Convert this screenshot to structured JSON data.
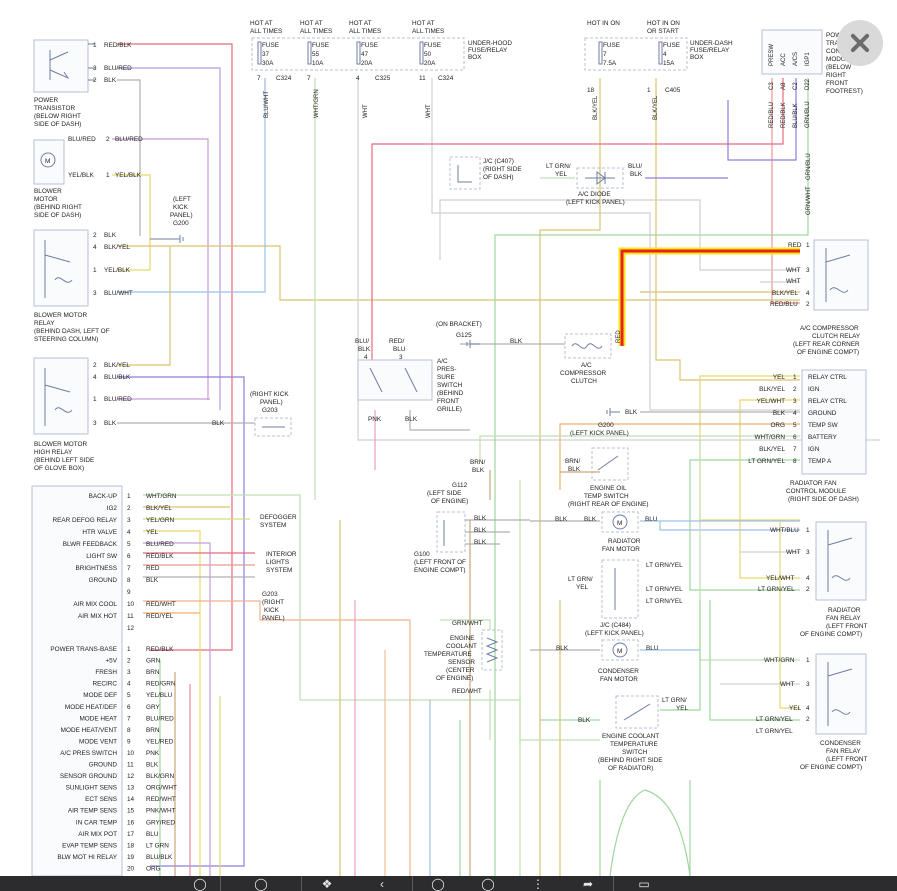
{
  "diagram": {
    "power_transistor": {
      "label": [
        "POWER",
        "TRANSISTOR",
        "(BELOW RIGHT",
        "SIDE OF DASH)"
      ],
      "pins": [
        [
          "1",
          "RED/BLK"
        ],
        [
          "3",
          "BLU/RED"
        ],
        [
          "2",
          "BLK"
        ]
      ]
    },
    "blower_motor": {
      "label": [
        "BLOWER",
        "MOTOR",
        "(BEHIND RIGHT",
        "SIDE OF DASH)"
      ],
      "wires": [
        "BLU/RED",
        "BLU/RED",
        "YEL/BLK",
        "YEL/BLK"
      ],
      "pins": [
        "2",
        "1"
      ]
    },
    "ground_g200_top": {
      "label": [
        "(LEFT",
        "KICK",
        "PANEL)",
        "G200"
      ]
    },
    "blower_motor_relay": {
      "label": [
        "BLOWER MOTOR",
        "RELAY",
        "(BEHIND DASH, LEFT OF",
        "STEERING COLUMN)"
      ],
      "pins": [
        [
          "2",
          "BLK"
        ],
        [
          "4",
          "BLK/YEL"
        ],
        [
          "1",
          "YEL/BLK"
        ],
        [
          "3",
          "BLU/WHT"
        ]
      ]
    },
    "blower_motor_high_relay": {
      "label": [
        "BLOWER MOTOR",
        "HIGH RELAY",
        "(BEHIND LEFT SIDE",
        "OF GLOVE BOX)"
      ],
      "pins": [
        [
          "2",
          "BLK/YEL"
        ],
        [
          "4",
          "BLU/BLK"
        ],
        [
          "1",
          "BLU/RED"
        ],
        [
          "3",
          "BLK"
        ]
      ],
      "ground_wire": "BLK"
    },
    "ground_g203_top": {
      "label": [
        "(RIGHT KICK",
        "PANEL)",
        "G203"
      ]
    },
    "fuse_box_underhood": {
      "title": [
        "UNDER-HOOD",
        "FUSE/RELAY",
        "BOX"
      ],
      "fuses": [
        {
          "hot": [
            "HOT AT",
            "ALL TIMES"
          ],
          "name": "FUSE",
          "num": "37",
          "amp": "30A",
          "pin": "7",
          "conn": "C324",
          "wire": "BLU/WHT"
        },
        {
          "hot": [
            "HOT AT",
            "ALL TIMES"
          ],
          "name": "FUSE",
          "num": "55",
          "amp": "10A",
          "pin": "7",
          "conn": "",
          "wire": "WHT/GRN"
        },
        {
          "hot": [
            "HOT AT",
            "ALL TIMES"
          ],
          "name": "FUSE",
          "num": "47",
          "amp": "20A",
          "pin": "4",
          "conn": "C325",
          "wire": "WHT"
        },
        {
          "hot": [
            "HOT AT",
            "ALL TIMES"
          ],
          "name": "FUSE",
          "num": "50",
          "amp": "20A",
          "pin": "11",
          "conn": "C324",
          "wire": "WHT"
        }
      ]
    },
    "fuse_box_underdash": {
      "title": [
        "UNDER-DASH",
        "FUSE/RELAY",
        "BOX"
      ],
      "fuses": [
        {
          "hot": [
            "HOT IN ON"
          ],
          "name": "FUSE",
          "num": "7",
          "amp": "7.5A",
          "pin": "18",
          "wire": "BLK/YEL"
        },
        {
          "hot": [
            "HOT IN ON",
            "OR START"
          ],
          "name": "FUSE",
          "num": "4",
          "amp": "15A",
          "pin": "1",
          "wire": "BLK/YEL"
        }
      ],
      "conn": "C405"
    },
    "pcm": {
      "label": [
        "POWER",
        "TRAIN",
        "CONTROL",
        "MODULE",
        "(BELOW",
        "RIGHT",
        "FRONT",
        "FOOTREST)"
      ],
      "pins": [
        {
          "name": "PRESW",
          "conn": "C3",
          "wire": "RED/BLU"
        },
        {
          "name": "ACC",
          "conn": "A8",
          "wire": "RED/BLK"
        },
        {
          "name": "A/CS",
          "conn": "C2",
          "wire": "BLU/BLK"
        },
        {
          "name": "IGP1",
          "conn": "D22",
          "wire": "GRN/BLU"
        }
      ],
      "grn_wht": "GRN/WHT",
      "grn_blu": "GRN/BLU"
    },
    "jc_c407": {
      "label": [
        "J/C (C407)",
        "(RIGHT SIDE",
        "OF DASH)"
      ]
    },
    "ac_diode": {
      "label": [
        "A/C DIODE",
        "(LEFT KICK PANEL)"
      ],
      "left": [
        "LT GRN/",
        "YEL"
      ],
      "right": [
        "BLU/",
        "BLK"
      ]
    },
    "ac_clutch_relay": {
      "label": [
        "A/C COMPRESSOR",
        "CLUTCH RELAY",
        "(LEFT REAR CORNER",
        "OF ENGINE COMPT)"
      ],
      "pins": [
        [
          "RED",
          "1"
        ],
        [
          "WHT",
          "3"
        ],
        [
          "WHT",
          ""
        ],
        [
          "BLK/YEL",
          "4"
        ],
        [
          "RED/BLU",
          "2"
        ]
      ]
    },
    "ac_compressor_clutch": {
      "label": [
        "A/C",
        "COMPRESSOR",
        "CLUTCH"
      ],
      "bracket": "(ON BRACKET)",
      "ground": "G125",
      "blk": "BLK",
      "red": "RED"
    },
    "ac_pressure_switch": {
      "label": [
        "A/C",
        "PRES-",
        "SURE",
        "SWITCH",
        "(BEHIND",
        "FRONT",
        "GRILLE)"
      ],
      "top_left": [
        "BLU/",
        "BLK"
      ],
      "top_right": [
        "RED/",
        "BLU"
      ],
      "pin4": "4",
      "pin3": "3",
      "bottom_left": "PNK",
      "bottom_right": "BLK"
    },
    "radiator_fan_module": {
      "label": [
        "RADIATOR FAN",
        "CONTROL MODULE",
        "(RIGHT SIDE OF DASH)"
      ],
      "pins": [
        [
          "YEL",
          "1",
          "RELAY CTRL"
        ],
        [
          "BLK/YEL",
          "2",
          "IGN"
        ],
        [
          "YEL/WHT",
          "3",
          "RELAY CTRL"
        ],
        [
          "BLK",
          "4",
          "GROUND"
        ],
        [
          "ORG",
          "5",
          "TEMP SW"
        ],
        [
          "WHT/GRN",
          "6",
          "BATTERY"
        ],
        [
          "BLK/YEL",
          "7",
          "IGN"
        ],
        [
          "LT GRN/YEL",
          "8",
          "TEMP A"
        ]
      ]
    },
    "ground_g200_mid": {
      "label": [
        "G200",
        "(LEFT KICK PANEL)"
      ],
      "blk": "BLK"
    },
    "engine_oil_temp_switch": {
      "label": [
        "ENGINE OIL",
        "TEMP SWITCH",
        "(RIGHT REAR OF ENGINE)"
      ],
      "wire": [
        "BRN/",
        "BLK"
      ]
    },
    "ecu": {
      "pins_upper": [
        {
          "name": "BACK-UP",
          "num": "1",
          "wire": "WHT/GRN"
        },
        {
          "name": "IG2",
          "num": "2",
          "wire": "BLK/YEL"
        },
        {
          "name": "REAR DEFOG RELAY",
          "num": "3",
          "wire": "YEL/GRN"
        },
        {
          "name": "HTR VALVE",
          "num": "4",
          "wire": "YEL"
        },
        {
          "name": "BLWR FEEDBACK",
          "num": "5",
          "wire": "BLU/RED"
        },
        {
          "name": "LIGHT SW",
          "num": "6",
          "wire": "RED/BLK"
        },
        {
          "name": "BRIGHTNESS",
          "num": "7",
          "wire": "RED"
        },
        {
          "name": "GROUND",
          "num": "8",
          "wire": "BLK"
        },
        {
          "name": "",
          "num": "9",
          "wire": ""
        },
        {
          "name": "AIR MIX COOL",
          "num": "10",
          "wire": "RED/WHT"
        },
        {
          "name": "AIR MIX HOT",
          "num": "11",
          "wire": "RED/YEL"
        },
        {
          "name": "",
          "num": "12",
          "wire": ""
        }
      ],
      "pins_lower": [
        {
          "name": "POWER TRANS-BASE",
          "num": "1",
          "wire": "RED/BLK"
        },
        {
          "name": "+5V",
          "num": "2",
          "wire": "GRN"
        },
        {
          "name": "FRESH",
          "num": "3",
          "wire": "BRN"
        },
        {
          "name": "RECIRC",
          "num": "4",
          "wire": "RED/GRN"
        },
        {
          "name": "MODE DEF",
          "num": "5",
          "wire": "YEL/BLU"
        },
        {
          "name": "MODE HEAT/DEF",
          "num": "6",
          "wire": "GRY"
        },
        {
          "name": "MODE HEAT",
          "num": "7",
          "wire": "BLU/RED"
        },
        {
          "name": "MODE HEAT/VENT",
          "num": "8",
          "wire": "BRN"
        },
        {
          "name": "MODE VENT",
          "num": "9",
          "wire": "YEL/RED"
        },
        {
          "name": "A/C PRES SWITCH",
          "num": "10",
          "wire": "PNK"
        },
        {
          "name": "GROUND",
          "num": "11",
          "wire": "BLK"
        },
        {
          "name": "SENSOR GROUND",
          "num": "12",
          "wire": "BLK/GRN"
        },
        {
          "name": "SUNLIGHT SENS",
          "num": "13",
          "wire": "ORG/WHT"
        },
        {
          "name": "ECT SENS",
          "num": "14",
          "wire": "RED/WHT"
        },
        {
          "name": "AIR TEMP SENS",
          "num": "15",
          "wire": "PNK/WHT"
        },
        {
          "name": "IN CAR TEMP",
          "num": "16",
          "wire": "GRY/RED"
        },
        {
          "name": "AIR MIX POT",
          "num": "17",
          "wire": "BLU"
        },
        {
          "name": "EVAP TEMP SENS",
          "num": "18",
          "wire": "LT GRN"
        },
        {
          "name": "BLW MOT HI RELAY",
          "num": "19",
          "wire": "BLU/BLK"
        },
        {
          "name": "",
          "num": "20",
          "wire": "ORG"
        }
      ]
    },
    "defogger": {
      "label": [
        "DEFOGGER",
        "SYSTEM"
      ]
    },
    "interior_lights": {
      "label": [
        "INTERIOR",
        "LIGHTS",
        "SYSTEM"
      ]
    },
    "ground_g203_low": {
      "label": [
        "G203",
        "(RIGHT",
        "KICK",
        "PANEL)"
      ]
    },
    "ground_g112": {
      "label": [
        "G112",
        "(LEFT SIDE",
        "OF ENGINE)"
      ],
      "wires": [
        "BLK",
        "BLK",
        "BLK"
      ],
      "brn_blk": [
        "BRN/",
        "BLK"
      ]
    },
    "ground_g100": {
      "label": [
        "G100",
        "(LEFT FRONT OF",
        "ENGINE COMPT)"
      ]
    },
    "radiator_fan_motor": {
      "label": [
        "RADIATOR",
        "FAN MOTOR"
      ],
      "left": "BLK",
      "right": "BLU",
      "blk_left": "BLK"
    },
    "jc_c484": {
      "label": [
        "J/C (C484)",
        "(LEFT KICK PANEL)"
      ],
      "left": [
        "LT GRN/",
        "YEL"
      ],
      "right": [
        "LT GRN/YEL",
        "LT GRN/YEL",
        "LT GRN/YEL"
      ]
    },
    "radiator_fan_relay": {
      "label": [
        "RADIATOR",
        "FAN RELAY",
        "(LEFT FRONT",
        "OF ENGINE COMPT)"
      ],
      "pins": [
        [
          "WHT/BLU",
          "1"
        ],
        [
          "WHT",
          "3"
        ],
        [
          "YEL/WHT",
          "4"
        ],
        [
          "LT GRN/YEL",
          "2"
        ]
      ]
    },
    "ect_sensor": {
      "label": [
        "ENGINE",
        "COOLANT",
        "TEMPERATURE",
        "SENSOR",
        "(CENTER",
        "OF ENGINE)"
      ],
      "top": "GRN/WHT",
      "bottom": "RED/WHT"
    },
    "condenser_fan_motor": {
      "label": [
        "CONDENSER",
        "FAN MOTOR"
      ],
      "left": "BLK",
      "right": "BLU"
    },
    "condenser_fan_relay": {
      "label": [
        "CONDENSER",
        "FAN RELAY",
        "(LEFT FRONT",
        "OF ENGINE COMPT)"
      ],
      "pins": [
        [
          "WHT/GRN",
          "1"
        ],
        [
          "WHT",
          "3"
        ],
        [
          "YEL",
          "4"
        ],
        [
          "LT GRN/YEL",
          "2"
        ],
        [
          "LT GRN/YEL",
          ""
        ]
      ]
    },
    "ect_switch": {
      "label": [
        "ENGINE COOLANT",
        "TEMPERATURE",
        "SWITCH",
        "(BEHIND RIGHT SIDE",
        "OF RADIATOR)"
      ],
      "left": "BLK",
      "right": [
        "LT GRN/",
        "YEL"
      ]
    }
  },
  "highlight_color": "#e8231b",
  "highlight_glow": "#f5e51b",
  "toolbar": {
    "buttons": [
      "zoom-in",
      "zoom-out",
      "pan",
      "previous",
      "next",
      "rotate",
      "share",
      "more",
      "fullscreen"
    ]
  }
}
